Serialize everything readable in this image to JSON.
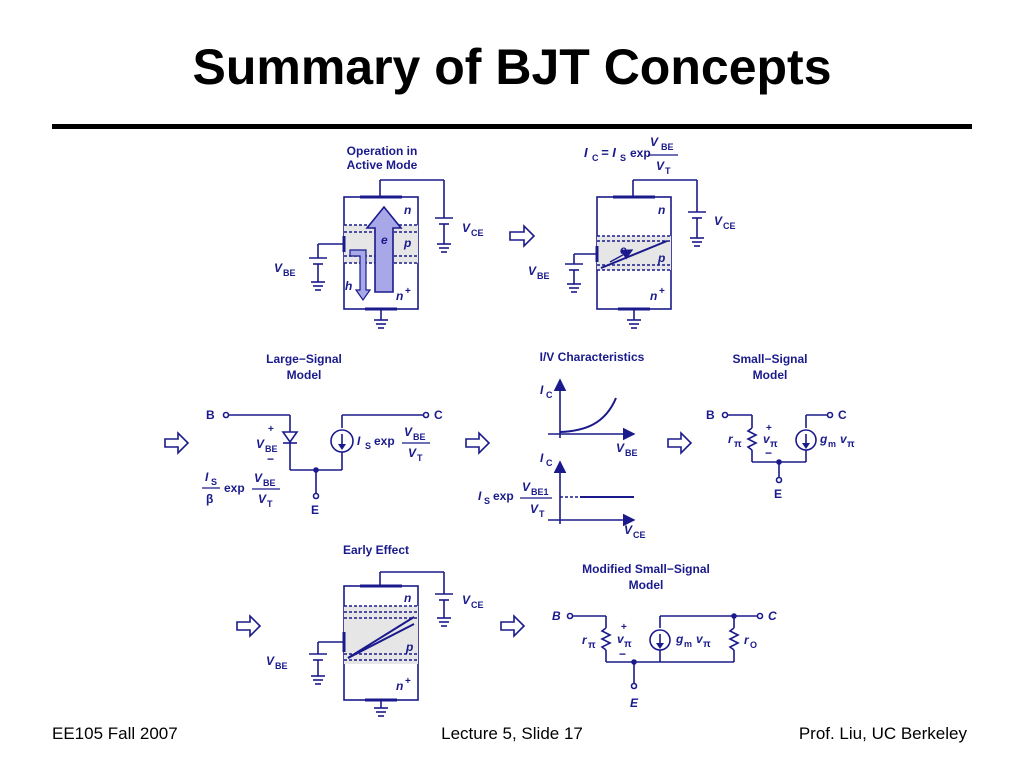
{
  "title": "Summary of BJT Concepts",
  "footer": {
    "left": "EE105 Fall 2007",
    "center": "Lecture 5, Slide 17",
    "right": "Prof. Liu, UC Berkeley"
  },
  "colors": {
    "diagram_ink": "#1a1a8c",
    "arrow_fill": "#a8a8e8",
    "base_shade": "#cfcfcf"
  },
  "panels": {
    "active_mode": {
      "caption_1": "Operation in",
      "caption_2": "Active Mode",
      "n": "n",
      "p": "p",
      "nplus": "n",
      "plus_sup": "+",
      "e": "e",
      "h": "h",
      "vbe": "V",
      "vbe_sub": "BE",
      "vce": "V",
      "vce_sub": "CE"
    },
    "ic_formula": {
      "ic": "I",
      "ic_sub": "C",
      "eq": "= I",
      "is_sub": "S",
      "exp": "exp",
      "num": "V",
      "num_sub": "BE",
      "den": "V",
      "den_sub": "T"
    },
    "large_signal": {
      "caption_1": "Large−Signal",
      "caption_2": "Model",
      "b": "B",
      "c": "C",
      "e": "E",
      "src_label": "I",
      "src_sub": "S",
      "exp": "exp",
      "num": "V",
      "num_sub": "BE",
      "den": "V",
      "den_sub": "T",
      "diode_num": "I",
      "diode_num_sub": "S",
      "diode_den": "β",
      "diode_exp": "exp",
      "diode_frac_num": "V",
      "diode_frac_num_sub": "BE",
      "diode_frac_den": "V",
      "diode_frac_den_sub": "T",
      "vbe": "V",
      "vbe_sub": "BE"
    },
    "iv": {
      "caption": "I/V Characteristics",
      "ic": "I",
      "ic_sub": "C",
      "vbe": "V",
      "vbe_sub": "BE",
      "vce": "V",
      "vce_sub": "CE",
      "is": "I",
      "is_sub": "S",
      "exp": "exp",
      "num": "V",
      "num_sub": "BE1",
      "den": "V",
      "den_sub": "T"
    },
    "small_signal": {
      "caption_1": "Small−Signal",
      "caption_2": "Model",
      "b": "B",
      "c": "C",
      "e": "E",
      "r": "r",
      "r_sub": "π",
      "v": "v",
      "v_sub": "π",
      "g": "g",
      "g_sub": "m",
      "gv": "v",
      "gv_sub": "π"
    },
    "early": {
      "caption": "Early Effect",
      "n": "n",
      "p": "p",
      "nplus": "n",
      "plus_sup": "+",
      "vbe": "V",
      "vbe_sub": "BE",
      "vce": "V",
      "vce_sub": "CE"
    },
    "modified": {
      "caption_1": "Modified Small−Signal",
      "caption_2": "Model",
      "b": "B",
      "c": "C",
      "e": "E",
      "r": "r",
      "r_sub": "π",
      "v": "v",
      "v_sub": "π",
      "g": "g",
      "g_sub": "m",
      "gv": "v",
      "gv_sub": "π",
      "ro": "r",
      "ro_sub": "O"
    }
  }
}
